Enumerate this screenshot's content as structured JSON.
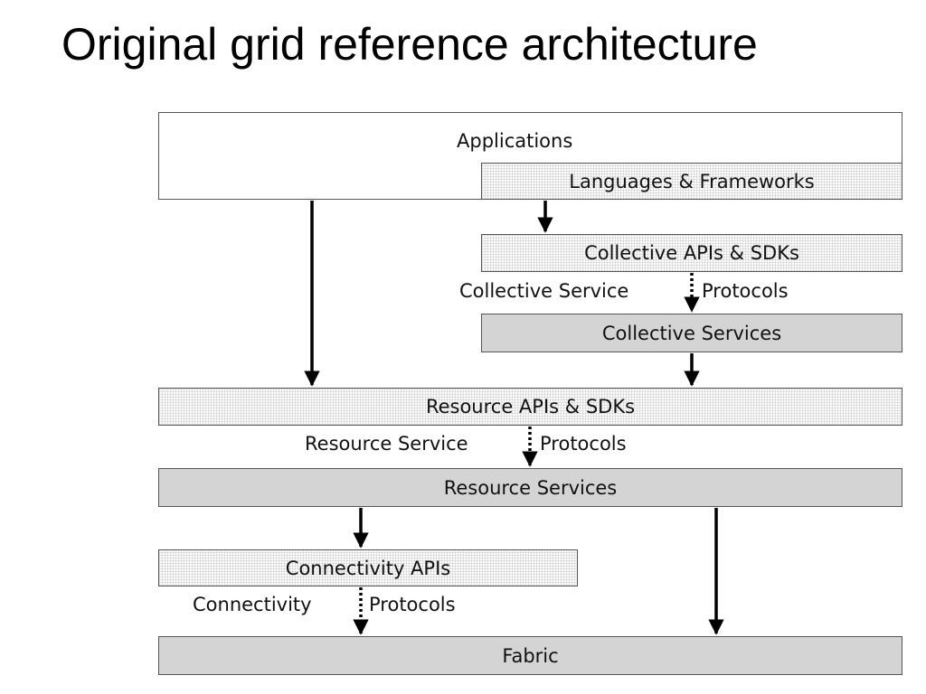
{
  "title": "Original grid reference architecture",
  "layers": {
    "applications": "Applications",
    "languages_frameworks": "Languages & Frameworks",
    "collective_apis_sdks": "Collective APIs & SDKs",
    "collective_services": "Collective Services",
    "resource_apis_sdks": "Resource APIs & SDKs",
    "resource_services": "Resource Services",
    "connectivity_apis": "Connectivity APIs",
    "fabric": "Fabric"
  },
  "protocols": {
    "collective": {
      "left": "Collective Service",
      "right": "Protocols"
    },
    "resource": {
      "left": "Resource Service",
      "right": "Protocols"
    },
    "connectivity": {
      "left": "Connectivity",
      "right": "Protocols"
    }
  },
  "colors": {
    "solid_fill": "#d4d4d4",
    "hatch_fill": "#fbfbfb",
    "border": "#555555",
    "arrow": "#000000"
  }
}
